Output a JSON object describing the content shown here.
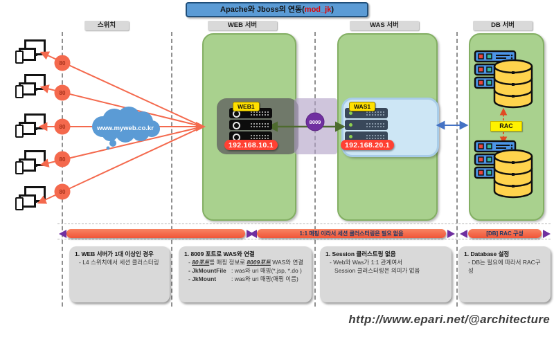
{
  "title": {
    "prefix": "Apache와 Jboss의 연동(",
    "highlight": "mod_jk",
    "suffix": ")"
  },
  "columns": {
    "switch": "스위치",
    "web": "WEB 서버",
    "was": "WAS 서버",
    "db": "DB 서버"
  },
  "network": {
    "cloud_label": "www.myweb.co.kr",
    "client_port": "80",
    "connector_port": "8009"
  },
  "servers": {
    "web": {
      "name": "WEB1",
      "ip": "192.168.10.1"
    },
    "was": {
      "name": "WAS1",
      "ip": "192.168.20.1"
    },
    "db": {
      "rac": "RAC"
    }
  },
  "bars": {
    "was_note": "1:1 매핑 이라서 세션 클러스터링은 필요 없음",
    "db_note": "[DB] RAC 구성"
  },
  "notes": {
    "box1": {
      "title": "1. WEB 서버가 1대 이상인 경우",
      "line1": "- L4 스위치에서 세션 클러스터링"
    },
    "box2": {
      "title": "1. 8009 포트로 WAS와 연결",
      "line1": {
        "pre": "- ",
        "em1": "80포트",
        "mid": "를 매핑 정보로 ",
        "em2": "8009포트",
        "post": " WAS와 연결"
      },
      "line2": {
        "key": "- JkMountFile",
        "rest": ": was와 uri 매핑(*.jsp, *.do )"
      },
      "line3": {
        "key": "- JkMount",
        "rest": ": was와 uri 매핑(매핑 이름)"
      }
    },
    "box3": {
      "title": "1. Session 클러스트링 없음",
      "line1": "- Web와 Was가 1:1 관계여서",
      "line2": "Session 클러스터링은 의미가 없음"
    },
    "box4": {
      "title": "1. Database 설정",
      "line1": "- DB는 필요에 따라서 RAC구성"
    }
  },
  "footer": {
    "url": "http://www.epari.net/@architecture"
  },
  "colors": {
    "title_bg": "#5B9BD5",
    "panel_green": "#A9D18E",
    "line_red": "#F4694D",
    "badge_purple": "#7030A0",
    "label_yellow": "#FFE000",
    "ip_red": "#FF4133",
    "arrow_blue": "#4472C4",
    "arrow_green": "#4E6B2F",
    "rac_red": "#E04B23"
  }
}
